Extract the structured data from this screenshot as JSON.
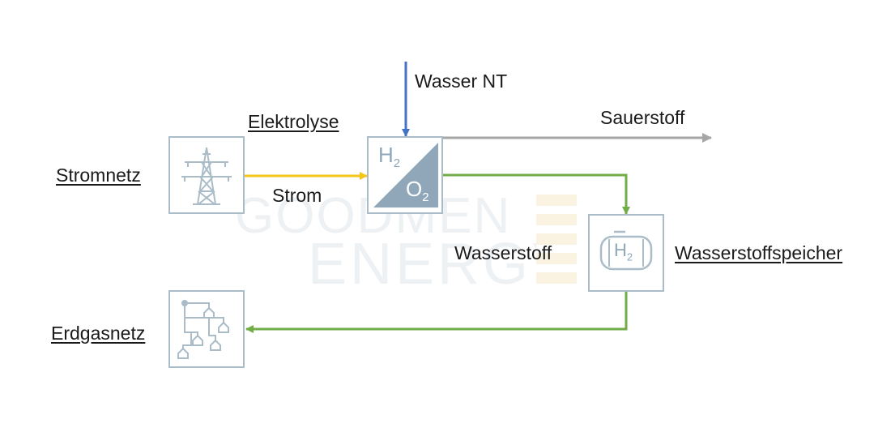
{
  "colors": {
    "electricity": "#f5c518",
    "water": "#4472c4",
    "oxygen": "#a6a6a6",
    "hydrogen": "#70ad47",
    "icon_stroke": "#a9bcc8",
    "icon_fill": "#8fa7b8"
  },
  "labels": {
    "stromnetz": "Stromnetz",
    "elektrolyse": "Elektrolyse",
    "strom": "Strom",
    "wasser_nt": "Wasser NT",
    "sauerstoff": "Sauerstoff",
    "wasserstoff": "Wasserstoff",
    "wasserstoffspeicher": "Wasserstoffspeicher",
    "erdgasnetz": "Erdgasnetz"
  },
  "icons": {
    "electrolyzer": {
      "top": "H",
      "top_sub": "2",
      "bottom": "O",
      "bottom_sub": "2"
    },
    "storage": {
      "main": "H",
      "sub": "2"
    }
  },
  "watermark": {
    "line1": "GOODMEN",
    "line2": "ENERGY"
  },
  "icon_names": [
    "power-pylon-icon",
    "electrolyzer-icon",
    "hydrogen-tank-icon",
    "gas-grid-icon"
  ]
}
